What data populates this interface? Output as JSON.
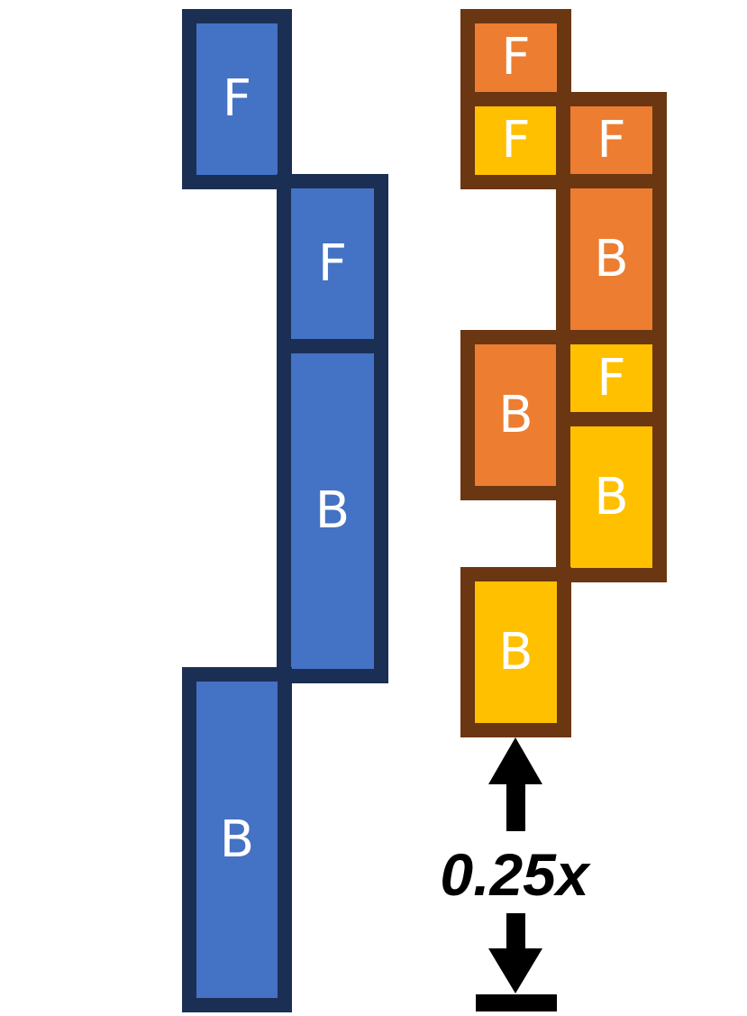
{
  "colors": {
    "blue_fill": "#4472c4",
    "blue_border": "#1b2f55",
    "orange_fill": "#ed7d31",
    "yellow_fill": "#ffc000",
    "brown_border": "#6b3612",
    "text": "#ffffff"
  },
  "left_schedule": {
    "blocks": [
      {
        "label": "F",
        "color": "blue"
      },
      {
        "label": "F",
        "color": "blue"
      },
      {
        "label": "B",
        "color": "blue"
      },
      {
        "label": "B",
        "color": "blue"
      }
    ]
  },
  "right_schedule": {
    "blocks": [
      {
        "label": "F",
        "color": "orange"
      },
      {
        "label": "F",
        "color": "yellow"
      },
      {
        "label": "F",
        "color": "orange"
      },
      {
        "label": "B",
        "color": "orange"
      },
      {
        "label": "B",
        "color": "orange"
      },
      {
        "label": "F",
        "color": "yellow"
      },
      {
        "label": "B",
        "color": "yellow"
      },
      {
        "label": "B",
        "color": "yellow"
      }
    ]
  },
  "dimension": {
    "label": "0.25x",
    "icon": "double-arrow-icon"
  }
}
